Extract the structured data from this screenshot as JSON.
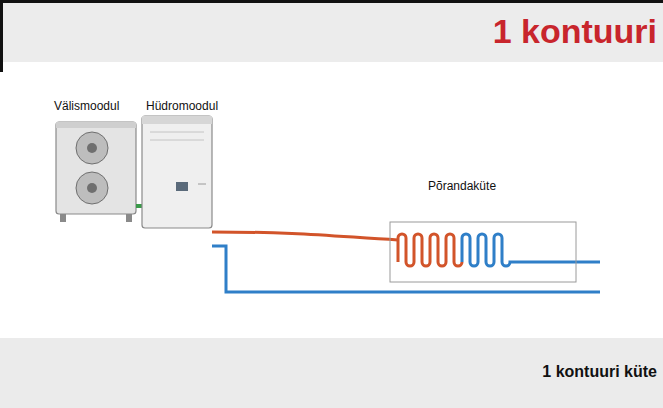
{
  "diagram": {
    "title": "1 kontuuri",
    "caption": "1 kontuuri küte",
    "labels": [
      "Välismoodul",
      "Hüdromoodul",
      "Põrandaküte"
    ]
  }
}
